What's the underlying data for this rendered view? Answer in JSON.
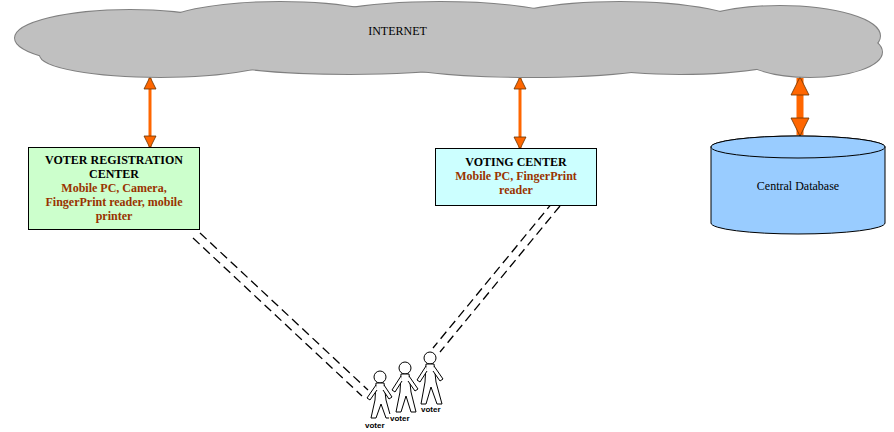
{
  "diagram": {
    "nodes": [
      {
        "text": [
          "INTERNET"
        ]
      },
      {
        "text": [
          "VOTER REGISTRATION CENTER",
          "Mobile PC, Camera, FingerPrint reader, mobile printer"
        ]
      },
      {
        "text": [
          "VOTING CENTER",
          "Mobile PC, FingerPrint reader"
        ]
      },
      {
        "text": [
          "Central Database"
        ]
      }
    ],
    "edges": [
      {
        "from": 1,
        "to": 0,
        "arrow": "both"
      },
      {
        "from": 2,
        "to": 0,
        "arrow": "both"
      },
      {
        "from": 3,
        "to": 0,
        "arrow": "both"
      }
    ],
    "labels": [
      "voter",
      "voter",
      "voter"
    ]
  }
}
